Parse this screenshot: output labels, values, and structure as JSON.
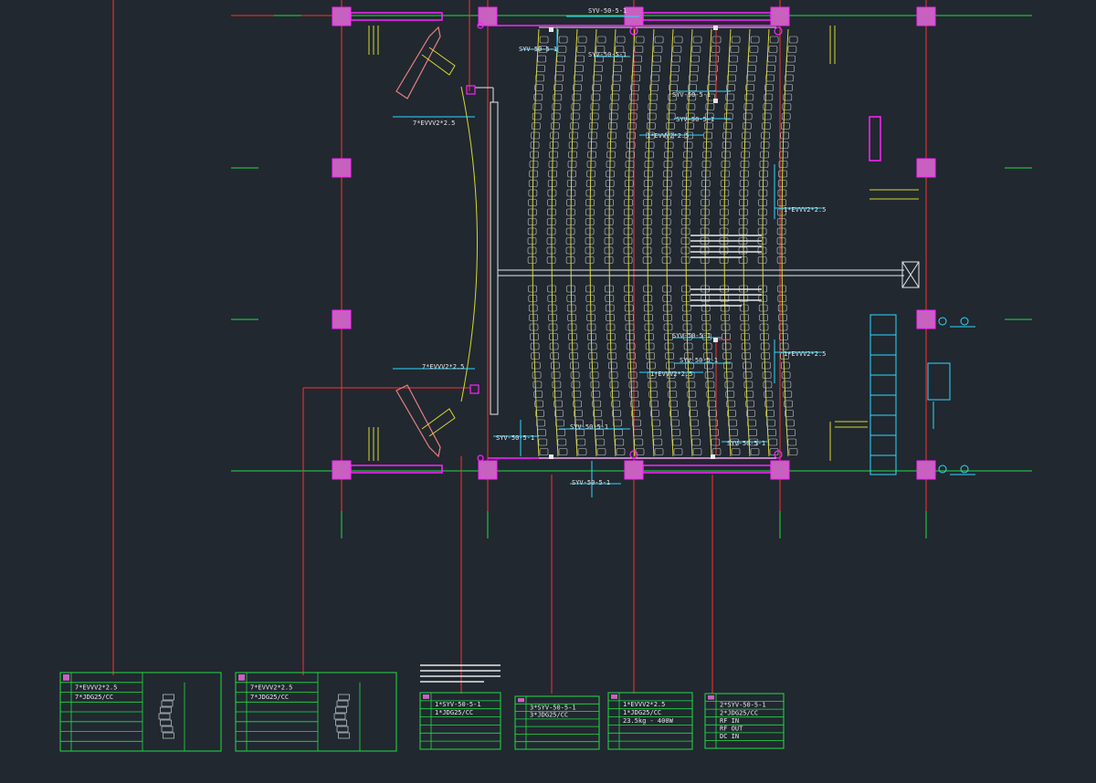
{
  "colors": {
    "background": "#212830",
    "red": "#ff3030",
    "green": "#22dd44",
    "magenta": "#ff22ff",
    "yellow": "#d8d830",
    "cyan": "#30d8ff",
    "white": "#e8e8e8",
    "pink": "#e88080"
  },
  "cable_labels": {
    "top_main": "SYV-50-5-1",
    "top_left": "SYV-50-5-1",
    "top_mid": "SYV-50-5-1",
    "right_upper": "SYV-50-5-1",
    "right_upper2": "SYV-50-5-1",
    "evv_upper_center": "1*EVVV2*2.5",
    "evv_right_upper": "1*EVVV2*2.5",
    "evv_left_upper": "7*EVVV2*2.5",
    "evv_left_lower": "7*EVVV2*2.5",
    "center_lower": "SYV-50-5-1",
    "center_lower2": "SYV-50-5-1",
    "evv_center_lower": "1*EVVV2*2.5",
    "evv_right_lower": "1*EVVV2*2.5",
    "bottom_left": "SYV-50-5-1",
    "bottom_center": "SYV-50-5-1",
    "bottom_right": "SYV-50-5-1",
    "bottom_main": "SYV-50-5-1"
  },
  "legend_tables": [
    {
      "rows": [
        "7*EVVV2*2.5",
        "7*JDG25/CC"
      ]
    },
    {
      "rows": [
        "7*EVVV2*2.5",
        "7*JDG25/CC"
      ]
    },
    {
      "rows": [
        "1*SYV-50-5-1",
        "1*JDG25/CC"
      ]
    },
    {
      "rows": [
        "3*SYV-50-5-1",
        "3*JDG25/CC"
      ]
    },
    {
      "rows": [
        "1*EVVV2*2.5",
        "1*JDG25/CC",
        "23.5kg - 400W"
      ]
    },
    {
      "rows": [
        "2*SYV-50-5-1",
        "2*JDG25/CC",
        "RF IN",
        "RF OUT",
        "DC IN"
      ]
    }
  ]
}
